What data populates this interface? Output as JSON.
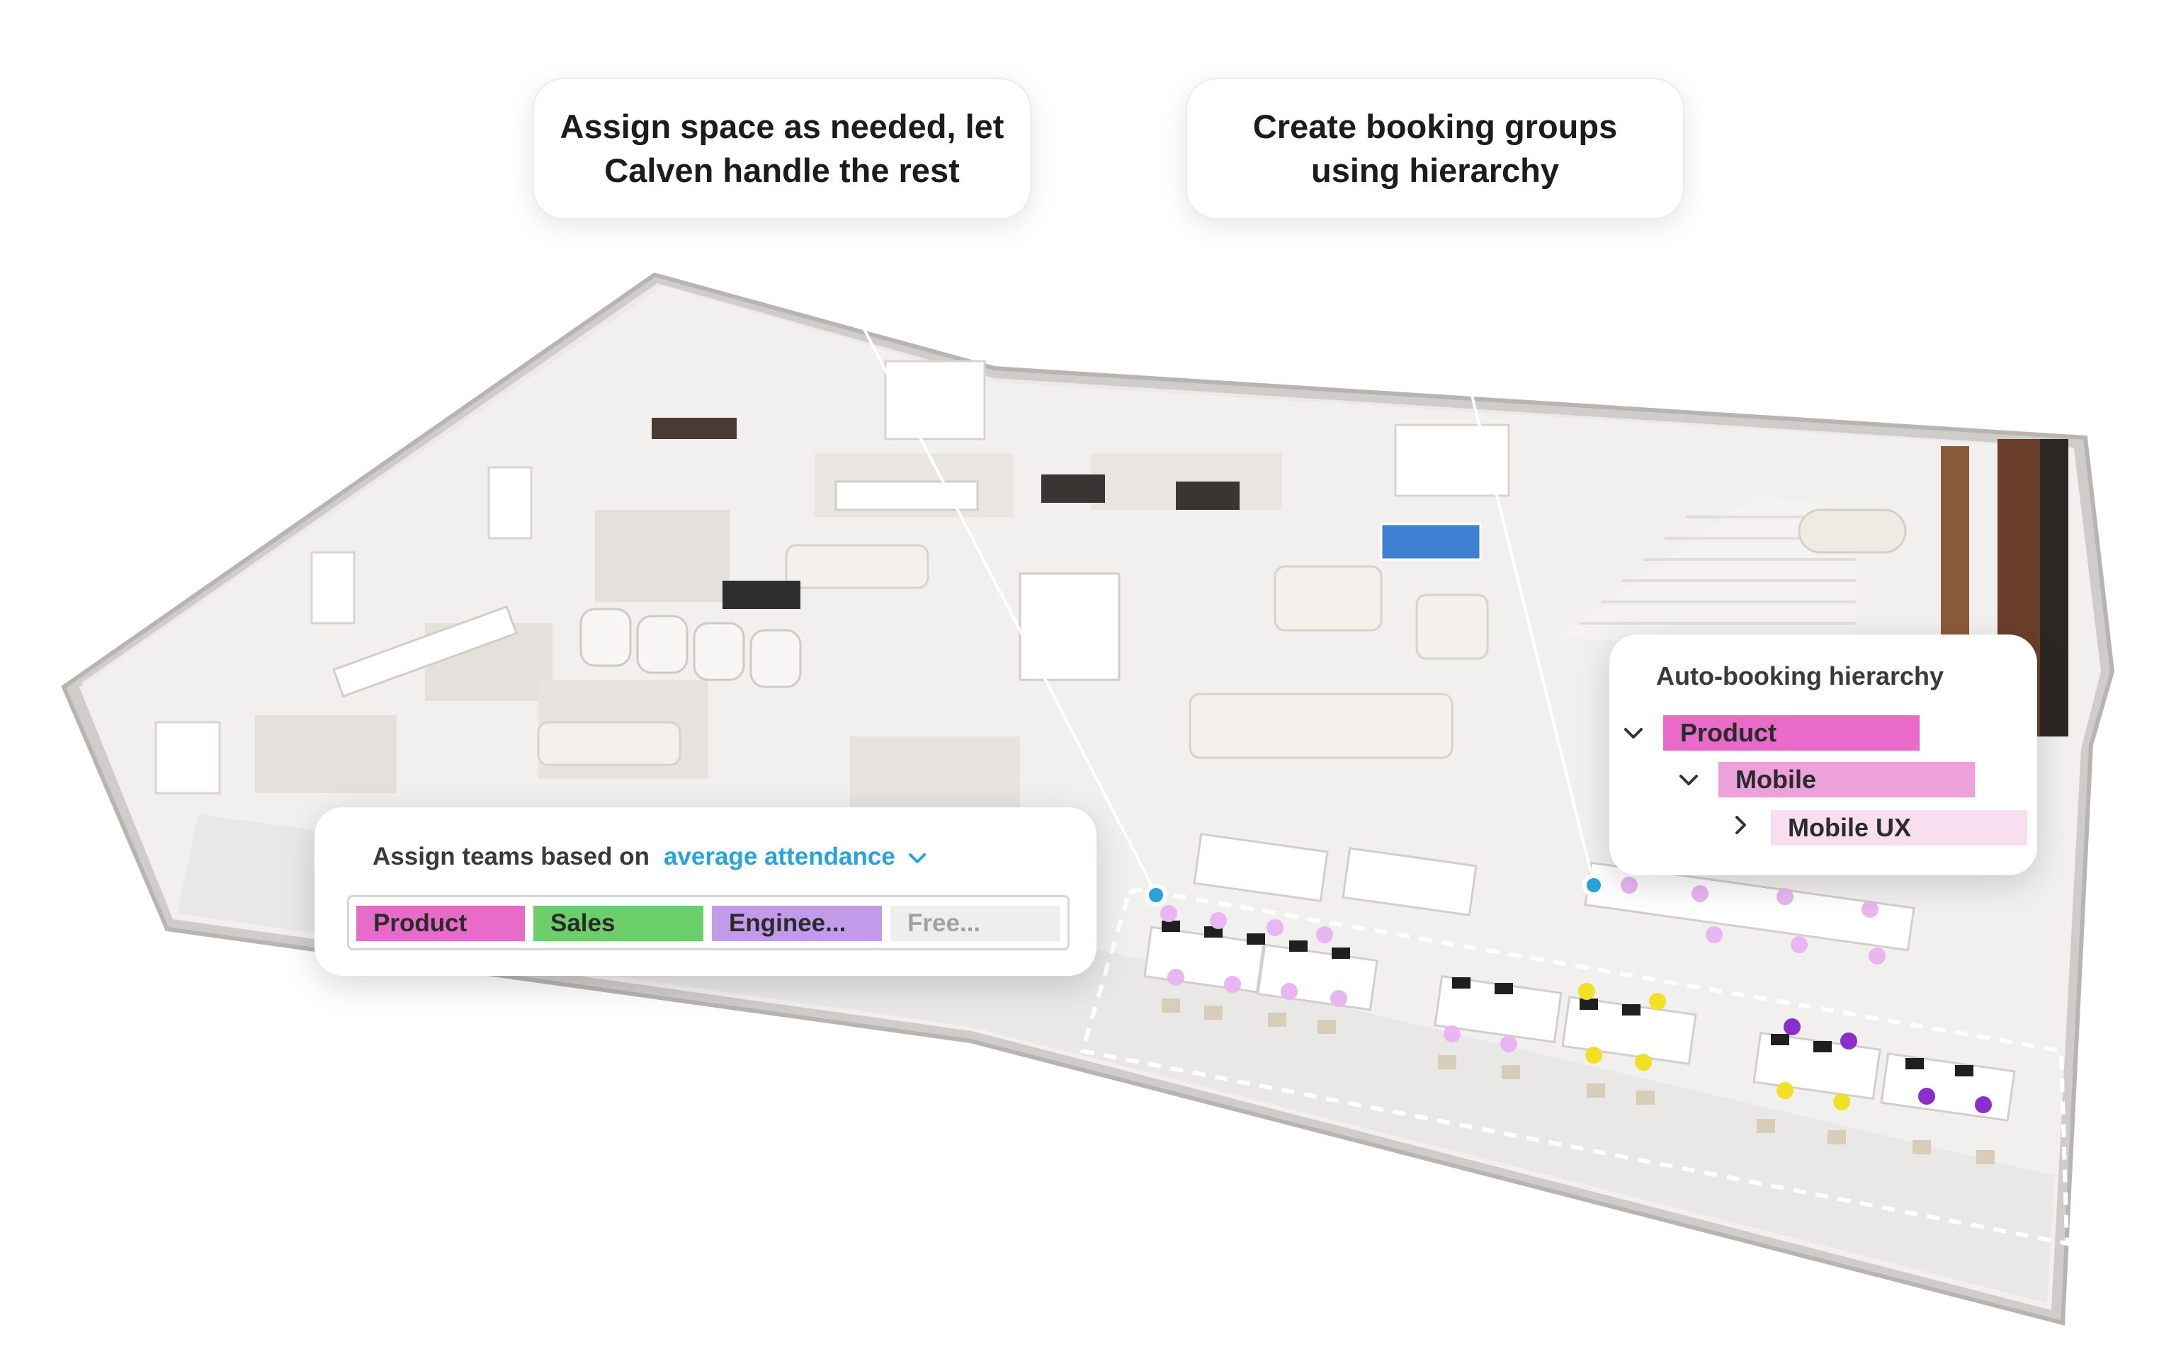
{
  "callouts": {
    "assign_space": {
      "line1": "Assign space as needed, let",
      "line2": "Calven handle the rest"
    },
    "booking_groups": {
      "line1": "Create booking groups",
      "line2": "using hierarchy"
    }
  },
  "team_assignment": {
    "label": "Assign teams based on",
    "metric": "average attendance",
    "chevron_icon": "chevron-down-icon",
    "teams": [
      {
        "label": "Product",
        "color": "#e86ac9"
      },
      {
        "label": "Sales",
        "color": "#6ccf6c"
      },
      {
        "label": "Enginee...",
        "color": "#c19ae9"
      },
      {
        "label": "Free...",
        "color": "#eeeeee"
      }
    ]
  },
  "hierarchy": {
    "title": "Auto-booking hierarchy",
    "nodes": [
      {
        "label": "Product",
        "state": "expanded",
        "toggle_icon": "chevron-down-icon",
        "color": "#e86ac9"
      },
      {
        "label": "Mobile",
        "state": "expanded",
        "toggle_icon": "chevron-down-icon",
        "color": "#eda1da"
      },
      {
        "label": "Mobile UX",
        "state": "collapsed",
        "toggle_icon": "chevron-right-icon",
        "color": "#f8dff0"
      }
    ]
  },
  "colors": {
    "accent_blue": "#2aa3dc",
    "product": "#e86ac9",
    "sales": "#6ccf6c",
    "engineering": "#c19ae9",
    "mobile": "#eda1da",
    "mobile_ux": "#f8dff0",
    "yellow_team": "#f2e027",
    "purple_team": "#8a2fc9"
  }
}
